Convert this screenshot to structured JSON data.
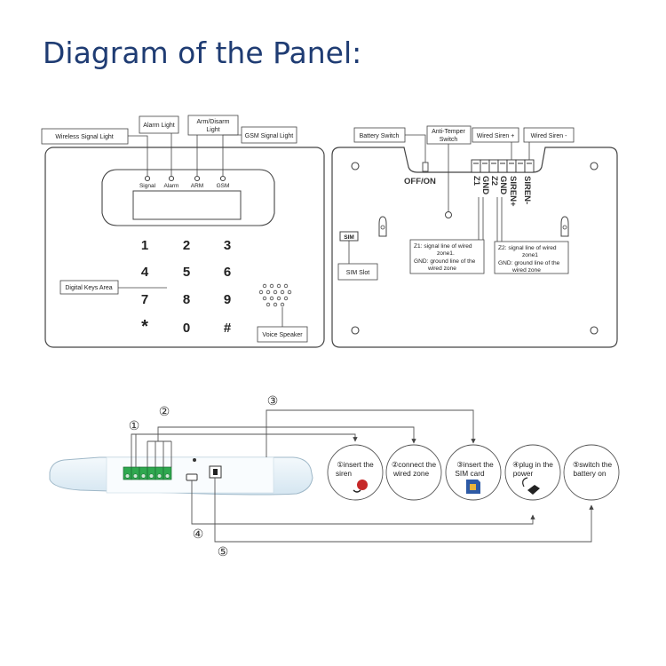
{
  "title": "Diagram of the Panel:",
  "front_panel": {
    "callouts": {
      "wireless_signal_light": "Wireless Signal Light",
      "alarm_light": "Alarm Light",
      "arm_disarm_light_line1": "Arm/Disarm",
      "arm_disarm_light_line2": "Light",
      "gsm_signal_light": "GSM Signal Light",
      "digital_keys_area": "Digital Keys Area",
      "voice_speaker": "Voice Speaker"
    },
    "indicators": [
      "Signal",
      "Alarm",
      "ARM",
      "GSM"
    ],
    "keys": [
      "1",
      "2",
      "3",
      "4",
      "5",
      "6",
      "7",
      "8",
      "9",
      "*",
      "0",
      "#"
    ]
  },
  "back_panel": {
    "callouts": {
      "battery_switch": "Battery Switch",
      "anti_temper_line1": "Anti-Temper",
      "anti_temper_line2": "Switch",
      "wired_siren_plus": "Wired Siren +",
      "wired_siren_minus": "Wired Siren -",
      "sim_slot": "SIM Slot"
    },
    "switch_label": "OFF/ON",
    "sim_tag": "SIM",
    "terminal_labels": [
      "Z1",
      "GND",
      "Z2",
      "GND",
      "SIREN+",
      "SIREN-"
    ],
    "z1_note_line1": "Z1: signal line of wired",
    "z1_note_line2": "zone1.",
    "z1_note_line3": "GND: ground line of the",
    "z1_note_line4": "wired zone",
    "z2_note_line1": "Z2: signal line of wired",
    "z2_note_line2": "zone1",
    "z2_note_line3": "GND: ground line of the",
    "z2_note_line4": "wired zone"
  },
  "install_steps": {
    "markers": [
      "①",
      "②",
      "③",
      "④",
      "⑤"
    ],
    "step1_line1": "①insert the",
    "step1_line2": "siren",
    "step2_line1": "②connect the",
    "step2_line2": "wired zone",
    "step3_line1": "③insert the",
    "step3_line2": "SIM card",
    "step4_line1": "④plug in the",
    "step4_line2": "power",
    "step5_line1": "⑤switch the",
    "step5_line2": "battery on"
  },
  "colors": {
    "title": "#1f3c73",
    "line": "#333333",
    "device_body": "#e6f1f8",
    "terminal_green": "#2fa84f"
  }
}
